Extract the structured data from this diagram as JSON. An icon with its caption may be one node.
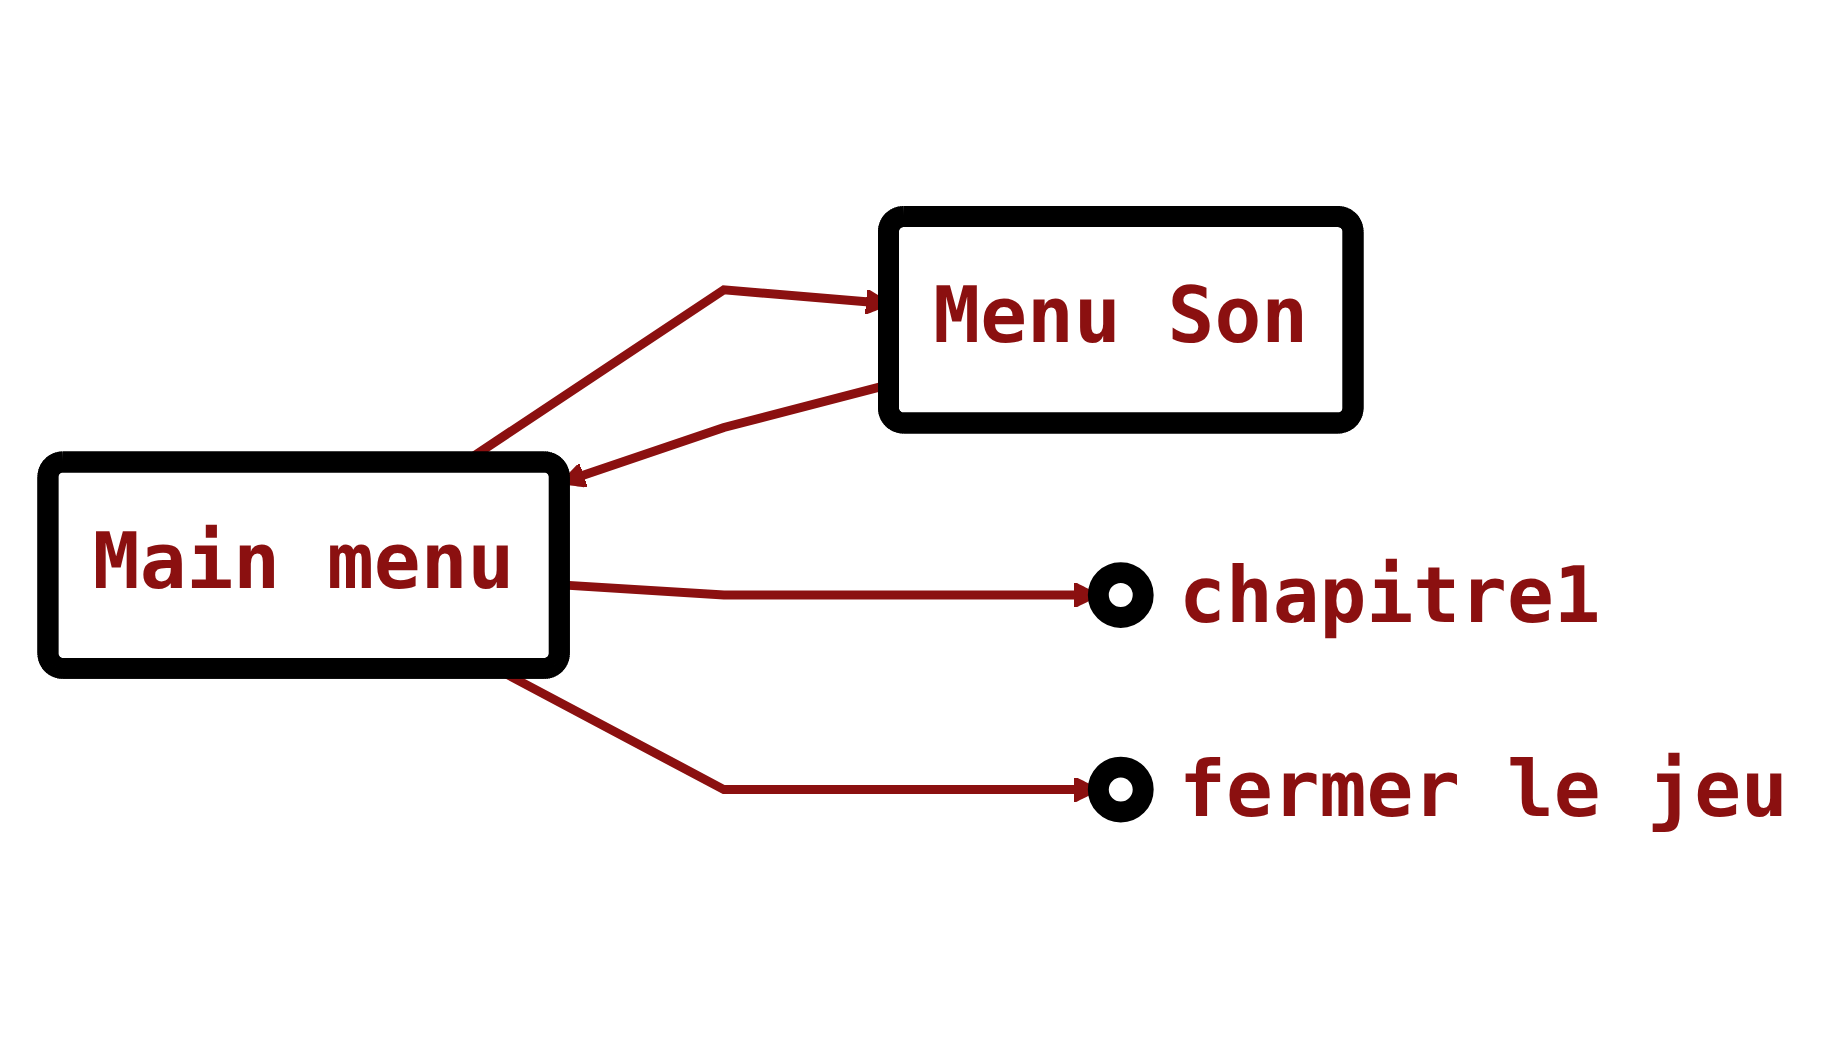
{
  "diagram": {
    "nodes": [
      {
        "text": [
          "Main menu"
        ]
      },
      {
        "text": [
          "Menu Son"
        ]
      },
      {
        "text": [],
        "shape": "circle",
        "beside": [
          "chapitre1"
        ]
      },
      {
        "text": [],
        "shape": "circle",
        "beside": [
          "fermer le jeu"
        ]
      }
    ],
    "edges": [
      {
        "from": 1,
        "to": 0,
        "arrow": "to"
      },
      {
        "from": 0,
        "to": 1,
        "arrow": "to"
      },
      {
        "from": 0,
        "to": 2,
        "arrow": "to"
      },
      {
        "from": 0,
        "to": 3,
        "arrow": "to"
      }
    ]
  }
}
